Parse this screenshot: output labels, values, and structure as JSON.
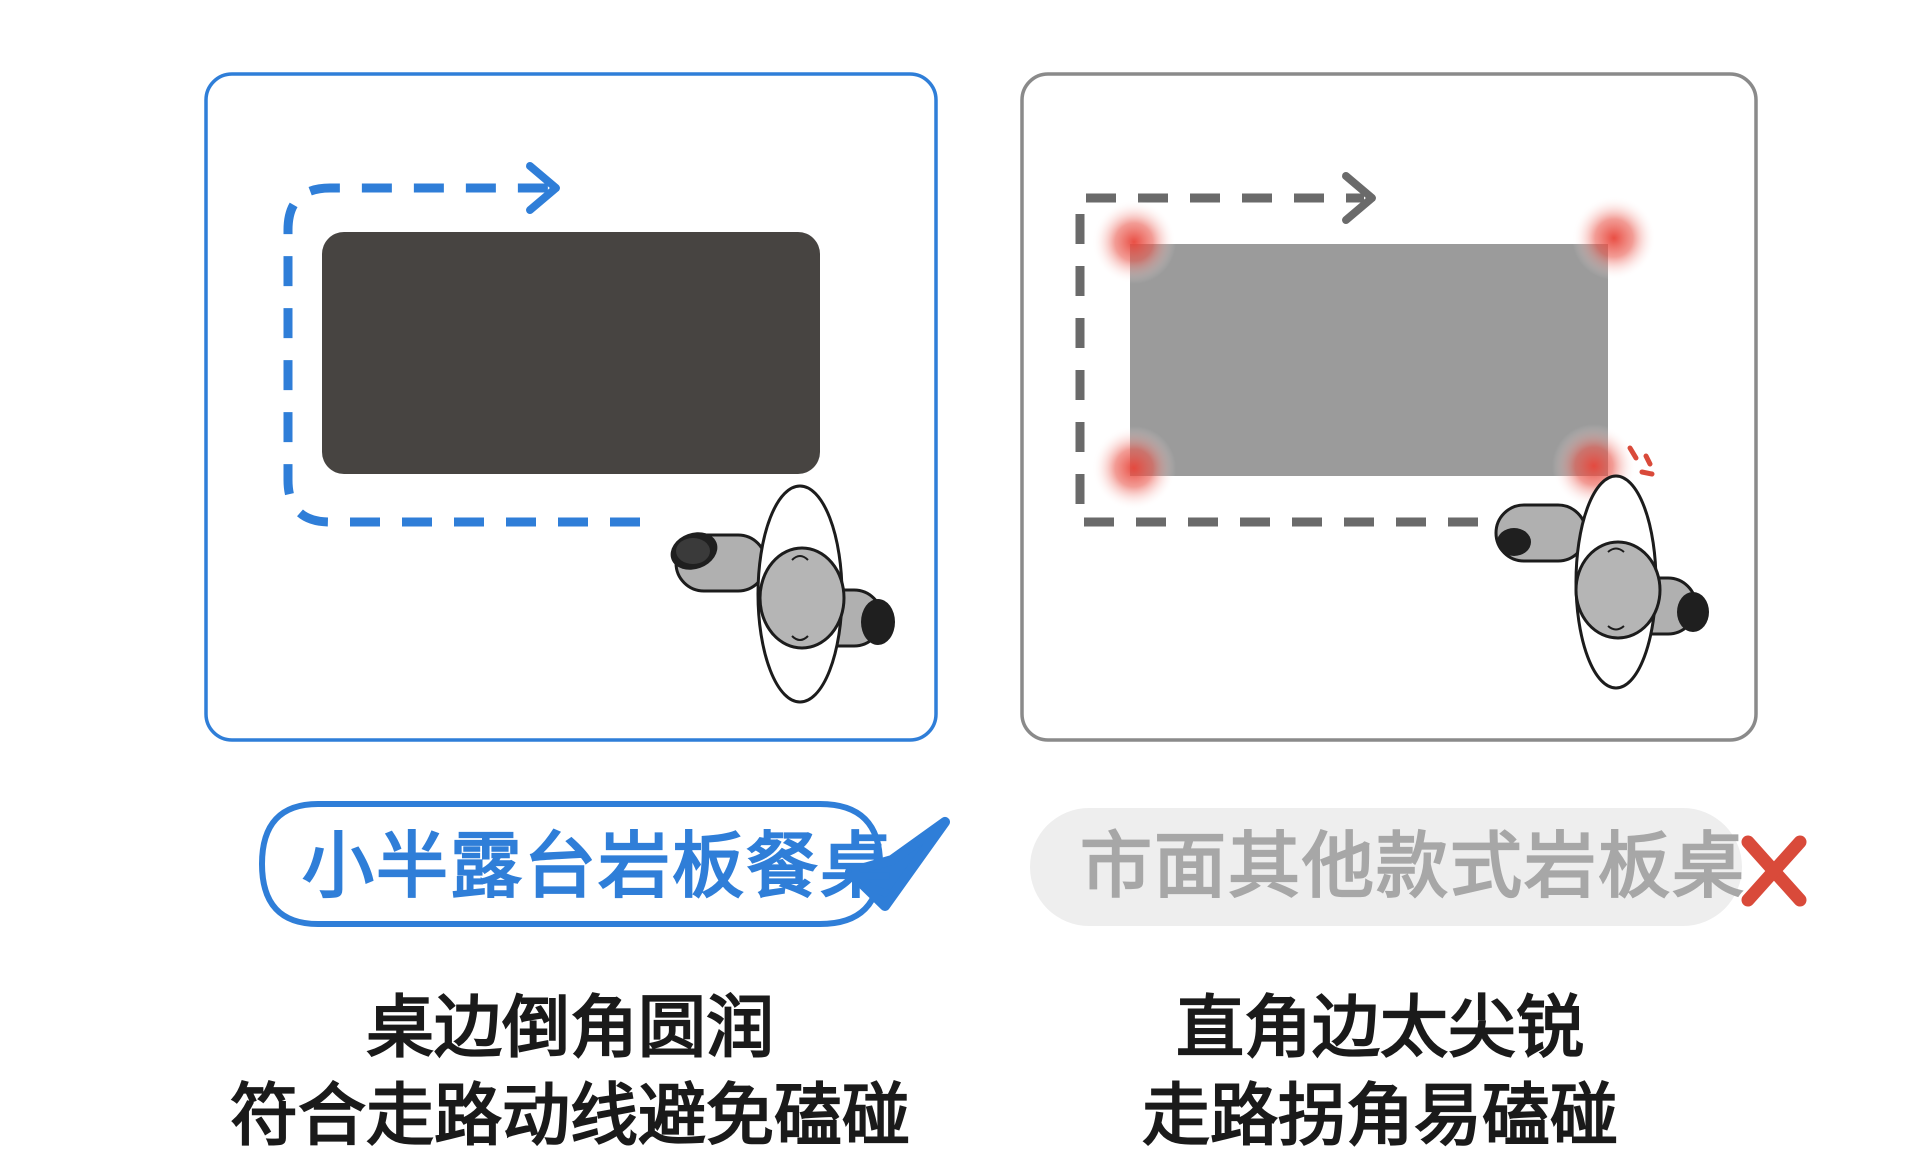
{
  "left_panel": {
    "badge_label": "小半露台岩板餐桌",
    "caption_line1": "桌边倒角圆润",
    "caption_line2": "符合走路动线避免磕碰",
    "accent_color": "#2f7ed8",
    "status_icon": "check-icon"
  },
  "right_panel": {
    "badge_label": "市面其他款式岩板桌",
    "caption_line1": "直角边太尖锐",
    "caption_line2": "走路拐角易磕碰",
    "accent_color": "#d94a3a",
    "status_icon": "cross-icon"
  }
}
